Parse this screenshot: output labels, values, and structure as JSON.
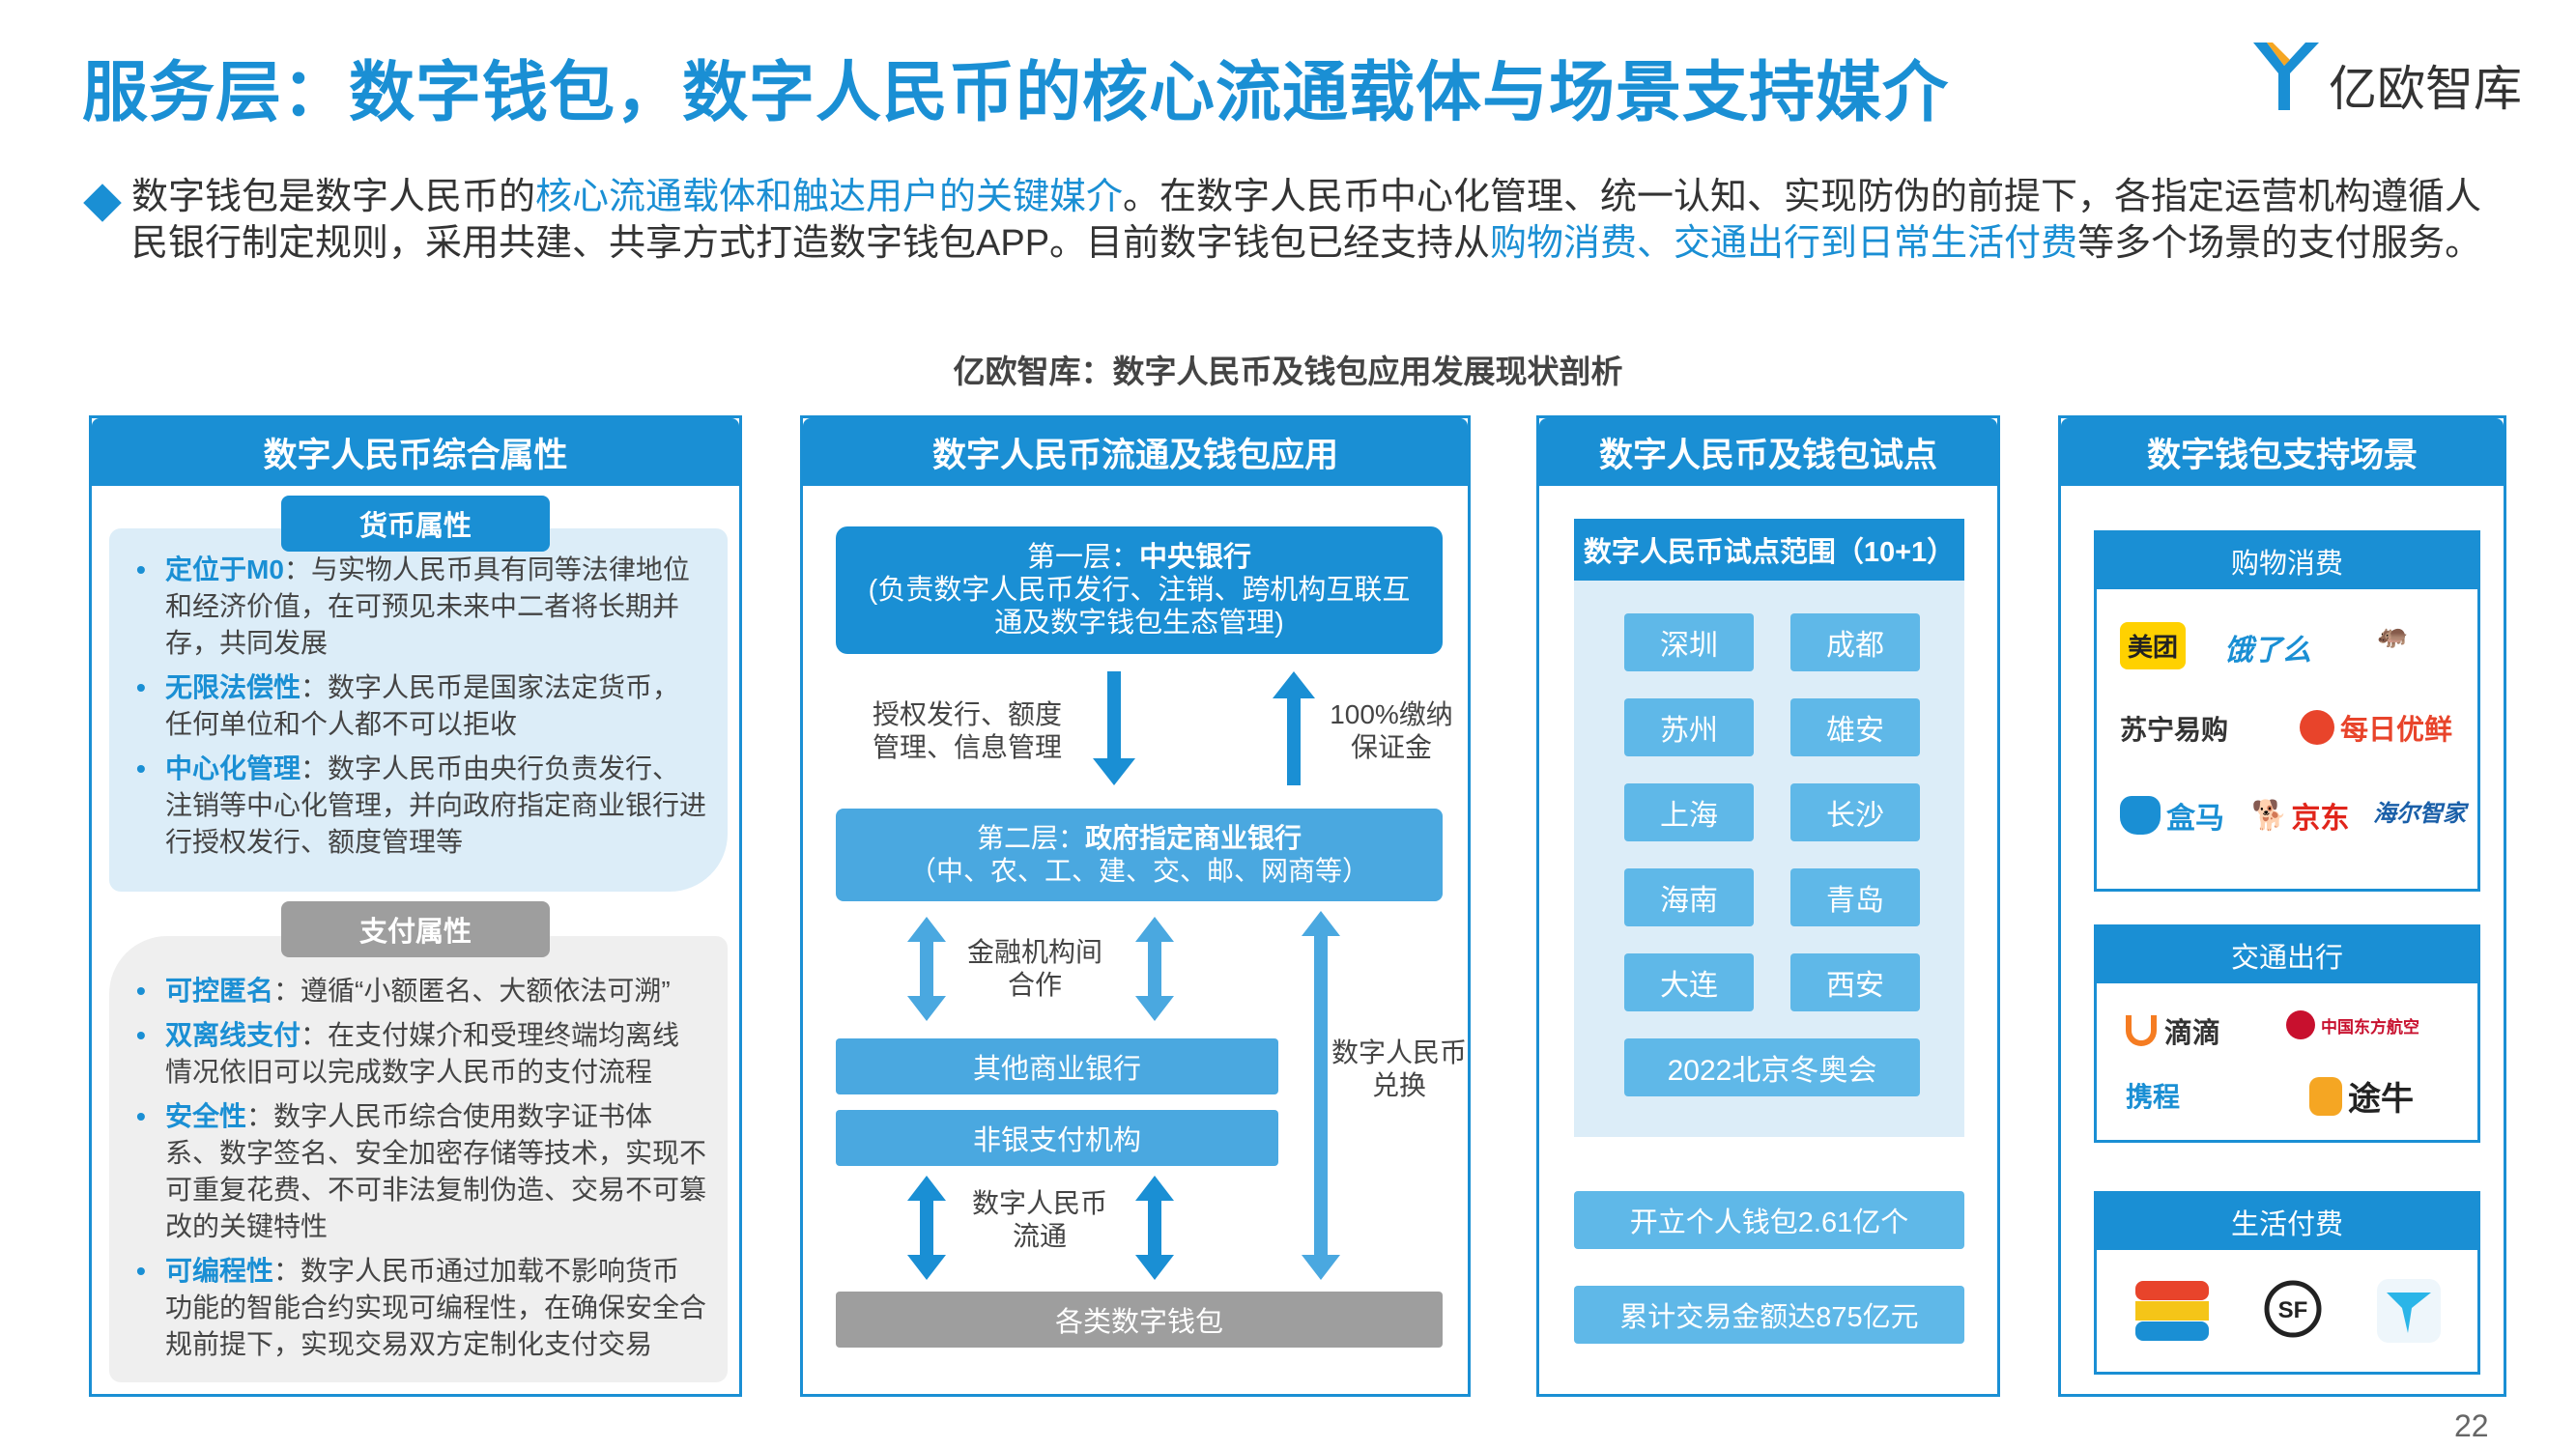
{
  "header": {
    "title": "服务层：数字钱包，数字人民币的核心流通载体与场景支持媒介",
    "logo_text": "亿欧智库"
  },
  "intro": {
    "part1": "数字钱包是数字人民币的",
    "highlight1": "核心流通载体和触达用户的关键媒介",
    "part2": "。在数字人民币中心化管理、统一认知、实现防伪的前提下，各指定运营机构遵循人民银行制定规则，采用共建、共享方式打造数字钱包APP。目前数字钱包已经支持从",
    "highlight2": "购物消费、交通出行到日常生活付费",
    "part3": "等多个场景的支付服务。"
  },
  "diagram_title": "亿欧智库：数字人民币及钱包应用发展现状剖析",
  "panel1": {
    "title": "数字人民币综合属性",
    "currency": {
      "heading": "货币属性",
      "items": [
        {
          "key": "定位于M0",
          "text": "：与实物人民币具有同等法律地位和经济价值，在可预见未来中二者将长期并存，共同发展"
        },
        {
          "key": "无限法偿性",
          "text": "：数字人民币是国家法定货币，任何单位和个人都不可以拒收"
        },
        {
          "key": "中心化管理",
          "text": "：数字人民币由央行负责发行、注销等中心化管理，并向政府指定商业银行进行授权发行、额度管理等"
        }
      ]
    },
    "payment": {
      "heading": "支付属性",
      "items": [
        {
          "key": "可控匿名",
          "text": "：遵循“小额匿名、大额依法可溯”"
        },
        {
          "key": "双离线支付",
          "text": "：在支付媒介和受理终端均离线情况依旧可以完成数字人民币的支付流程"
        },
        {
          "key": "安全性",
          "text": "：数字人民币综合使用数字证书体系、数字签名、安全加密存储等技术，实现不可重复花费、不可非法复制伪造、交易不可篡改的关键特性"
        },
        {
          "key": "可编程性",
          "text": "：数字人民币通过加载不影响货币功能的智能合约实现可编程性，在确保安全合规前提下，实现交易双方定制化支付交易"
        }
      ]
    }
  },
  "panel2": {
    "title": "数字人民币流通及钱包应用",
    "layer1": {
      "prefix": "第一层：",
      "name": "中央银行",
      "desc": "(负责数字人民币发行、注销、跨机构互联互通及数字钱包生态管理)"
    },
    "down_label": "授权发行、额度管理、信息管理",
    "up_label": "100%缴纳保证金",
    "layer2": {
      "prefix": "第二层：",
      "name": "政府指定商业银行",
      "desc": "（中、农、工、建、交、邮、网商等）"
    },
    "interbank_label": "金融机构间合作",
    "other_banks": "其他商业银行",
    "nonbank": "非银支付机构",
    "circulation_label": "数字人民币流通",
    "exchange_label": "数字人民币兑换",
    "wallets": "各类数字钱包"
  },
  "panel3": {
    "title": "数字人民币及钱包试点",
    "scope_title": "数字人民币试点范围（10+1）",
    "cities": [
      "深圳",
      "成都",
      "苏州",
      "雄安",
      "上海",
      "长沙",
      "海南",
      "青岛",
      "大连",
      "西安"
    ],
    "olympics": "2022北京冬奥会",
    "stat1": "开立个人钱包2.61亿个",
    "stat2": "累计交易金额达875亿元"
  },
  "panel4": {
    "title": "数字钱包支持场景",
    "shopping": {
      "title": "购物消费",
      "brands": [
        "美团",
        "饿了么",
        "盒马",
        "苏宁易购",
        "每日优鲜",
        "京东",
        "海尔智家"
      ]
    },
    "transport": {
      "title": "交通出行",
      "brands": [
        "滴滴",
        "中国东方航空",
        "携程",
        "途牛"
      ]
    },
    "life": {
      "title": "生活付费"
    }
  },
  "page_number": "22",
  "colors": {
    "primary": "#1a8fd4",
    "dark_box": "#1a8fd4",
    "light_box": "#4aa8e0",
    "city_box": "#5fb8e8",
    "gray": "#9e9e9e",
    "light_panel_bg": "#dcedf8",
    "gray_panel_bg": "#efefef"
  }
}
